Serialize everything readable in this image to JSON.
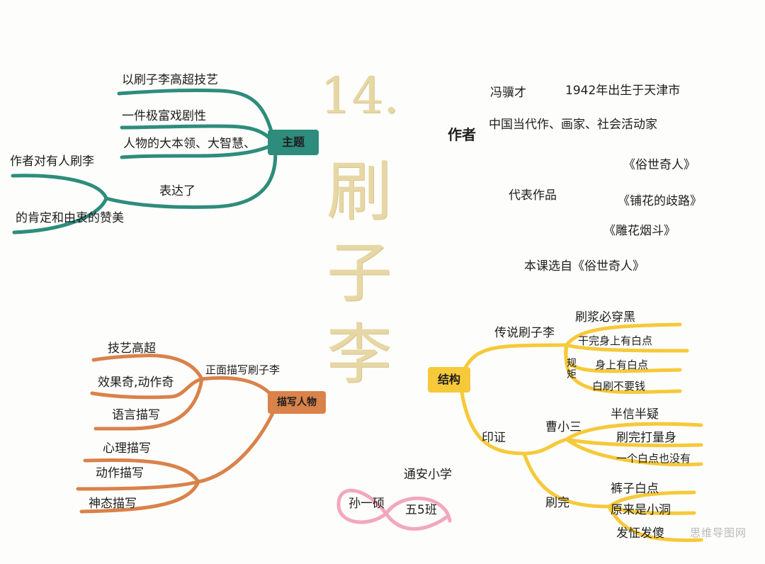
{
  "title": {
    "number": "14.",
    "chars": [
      "刷",
      "子",
      "李"
    ]
  },
  "theme": {
    "label": "主题",
    "items": [
      "以刷子李高超技艺",
      "一件极富戏剧性",
      "人物的大本领、大智慧、"
    ],
    "express": "表达了",
    "author_line1": "作者对有人刷李",
    "author_line2": "的肯定和由衷的赞美"
  },
  "author": {
    "label": "作者",
    "name": "冯骥才",
    "birth": "1942年出生于天津市",
    "identity": "中国当代作、画家、社会活动家",
    "works_label": "代表作品",
    "works": [
      "《俗世奇人》",
      "《铺花的歧路》",
      "《雕花烟斗》"
    ],
    "source": "本课选自《俗世奇人》"
  },
  "description": {
    "label": "描写人物",
    "front": "正面描写刷子李",
    "front_items": [
      "技艺高超",
      "效果奇,动作奇",
      "语言描写"
    ],
    "other_items": [
      "心理描写",
      "动作描写",
      "神态描写"
    ]
  },
  "structure": {
    "label": "结构",
    "legend": "传说刷子李",
    "legend_items": [
      "刷浆必穿黑",
      "干完身上有白点",
      "身上有白点",
      "白刷不要钱"
    ],
    "rule_label": "规矩",
    "proof": "印证",
    "caosan": "曹小三",
    "caosan_items": [
      "半信半疑",
      "刷完打量身",
      "一个白点也没有"
    ],
    "after": "刷完",
    "after_items": [
      "裤子白点",
      "原来是小洞",
      "发怔发傻"
    ]
  },
  "student": {
    "name": "孙一硕",
    "school": "通安小学",
    "class": "五5班"
  },
  "watermark": "思维导图网",
  "colors": {
    "theme": "#2e8c7c",
    "description": "#d9824a",
    "structure": "#f6c93a",
    "student": "#f2a7bd",
    "title": "#e7d7a5"
  }
}
